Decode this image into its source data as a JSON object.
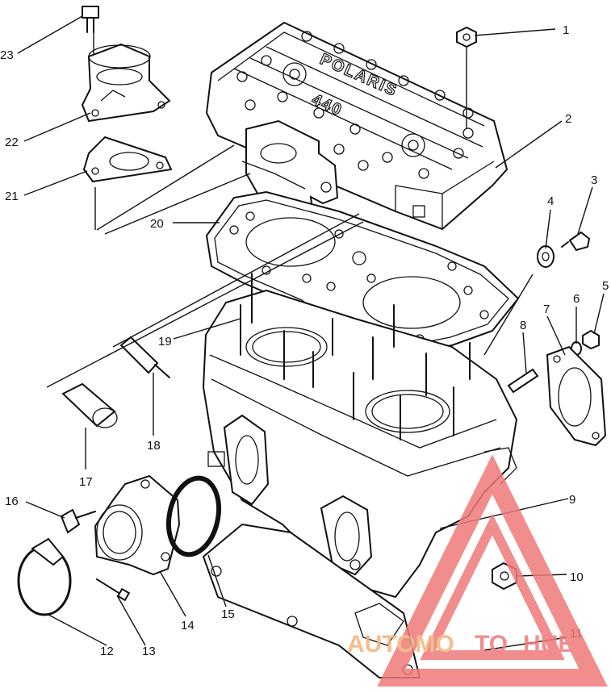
{
  "diagram": {
    "emboss": {
      "brand": "POLARIS",
      "model": "440"
    },
    "callouts": [
      "1",
      "2",
      "3",
      "4",
      "5",
      "6",
      "7",
      "8",
      "9",
      "10",
      "11",
      "12",
      "13",
      "14",
      "15",
      "16",
      "17",
      "18",
      "19",
      "20",
      "21",
      "22",
      "23"
    ]
  },
  "watermark": {
    "part1": "AUTOMO",
    "part2": "TO",
    "part3": "HUB",
    "color_orange": "#f5b27a",
    "color_red": "#f07a7a"
  }
}
